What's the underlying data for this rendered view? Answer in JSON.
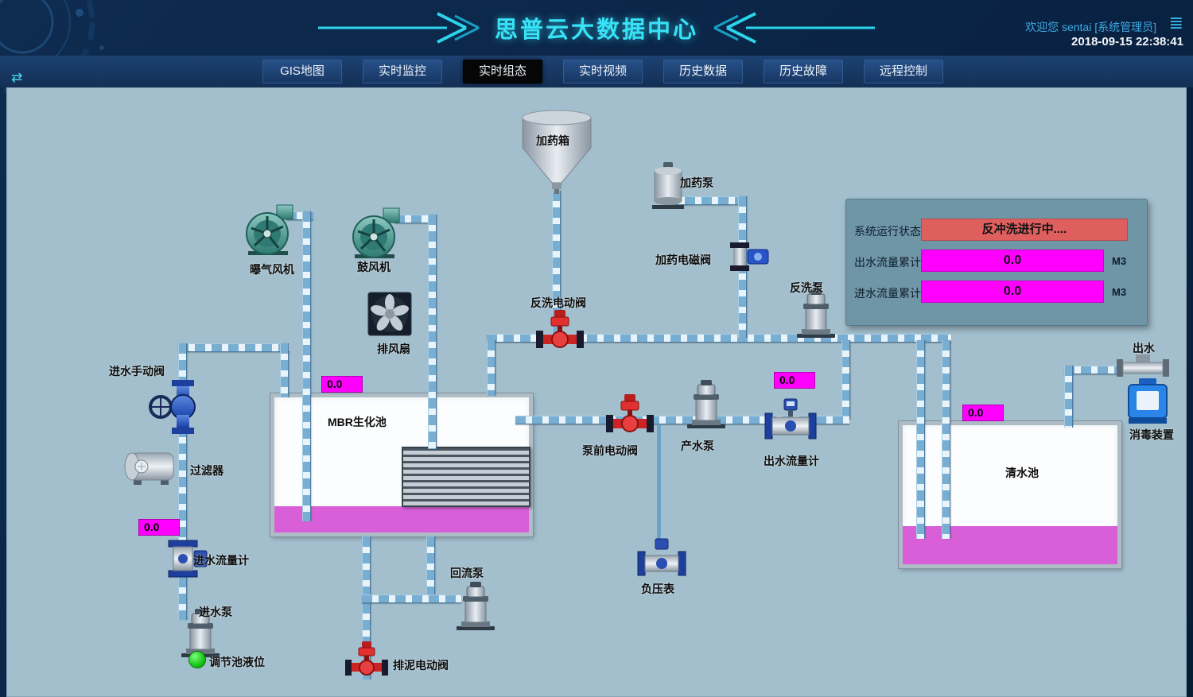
{
  "header": {
    "title": "思普云大数据中心",
    "welcome": "欢迎您  sentai [系统管理员]",
    "datetime": "2018-09-15 22:38:41"
  },
  "icons": {
    "menu": "≣",
    "toggle": "⇄"
  },
  "nav": {
    "tabs": [
      {
        "label": "GIS地图",
        "active": false
      },
      {
        "label": "实时监控",
        "active": false
      },
      {
        "label": "实时组态",
        "active": true
      },
      {
        "label": "实时视频",
        "active": false
      },
      {
        "label": "历史数据",
        "active": false
      },
      {
        "label": "历史故障",
        "active": false
      },
      {
        "label": "远程控制",
        "active": false
      }
    ]
  },
  "status_panel": {
    "rows": [
      {
        "label": "系统运行状态",
        "value": "反冲洗进行中....",
        "unit": ""
      },
      {
        "label": "出水流量累计",
        "value": "0.0",
        "unit": "M3"
      },
      {
        "label": "进水流量累计",
        "value": "0.0",
        "unit": "M3"
      }
    ]
  },
  "equipment": {
    "dosing_tank": "加药箱",
    "dosing_pump": "加药泵",
    "dosing_solenoid_valve": "加药电磁阀",
    "aeration_blower": "曝气风机",
    "blower": "鼓风机",
    "exhaust_fan": "排风扇",
    "backwash_valve": "反洗电动阀",
    "backwash_pump": "反洗泵",
    "inlet_manual_valve": "进水手动阀",
    "filter": "过滤器",
    "inlet_flow_meter": "进水流量计",
    "inlet_pump": "进水泵",
    "regulating_tank_level": "调节池液位",
    "mbr_tank": "MBR生化池",
    "sludge_valve": "排泥电动阀",
    "reflux_pump": "回流泵",
    "prepump_valve": "泵前电动阀",
    "product_pump": "产水泵",
    "outlet_flow_meter": "出水流量计",
    "vacuum_gauge": "负压表",
    "clean_water_tank": "清水池",
    "water_outlet": "出水",
    "disinfection_device": "消毒装置"
  },
  "displays": {
    "mbr_level": "0.0",
    "inlet_flow_total": "0.0",
    "outlet_flow_total": "0.0",
    "clean_tank_level": "0.0"
  },
  "colors": {
    "accent_cyan": "#38e2f6",
    "alarm_red": "#df5f5f",
    "value_magenta": "#ff00ff",
    "pipe_blue": "#79aed3",
    "liquid_magenta": "#d95fd9"
  }
}
